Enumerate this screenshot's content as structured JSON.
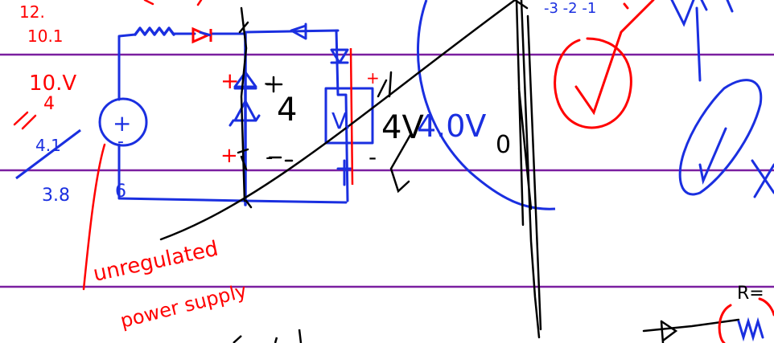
{
  "colors": {
    "paper": "#ffffff",
    "rule": "#7a1fa0",
    "red": "#ff0000",
    "blue": "#1a2fe0",
    "black": "#000000"
  },
  "labels": {
    "top_left_1": "12.",
    "top_left_2": "10.1",
    "v_ten": "10.V",
    "v_four": "4",
    "v_six": "6",
    "v_three_eight": "3.8",
    "v_four_one": "4.1",
    "source_plus": "+",
    "source_minus": "-",
    "zener_plus_top": "+",
    "zener_minus_top": "-",
    "zener_plus_bottom": "+",
    "zener_minus_bottom": "-",
    "zener_value": "4",
    "load_label": "V.",
    "load_minus": "-",
    "mid_voltage": "4V",
    "output_voltage": "4.0V",
    "output_zero": "0",
    "annotation_line1": "unregulated",
    "annotation_line2": "power supply",
    "resistor_label": "R=",
    "top_marks": "-3  -2  -1"
  },
  "icons": [
    "voltage-source-icon",
    "resistor-icon",
    "diode-icon",
    "zener-diode-icon",
    "checkmark-icon"
  ]
}
